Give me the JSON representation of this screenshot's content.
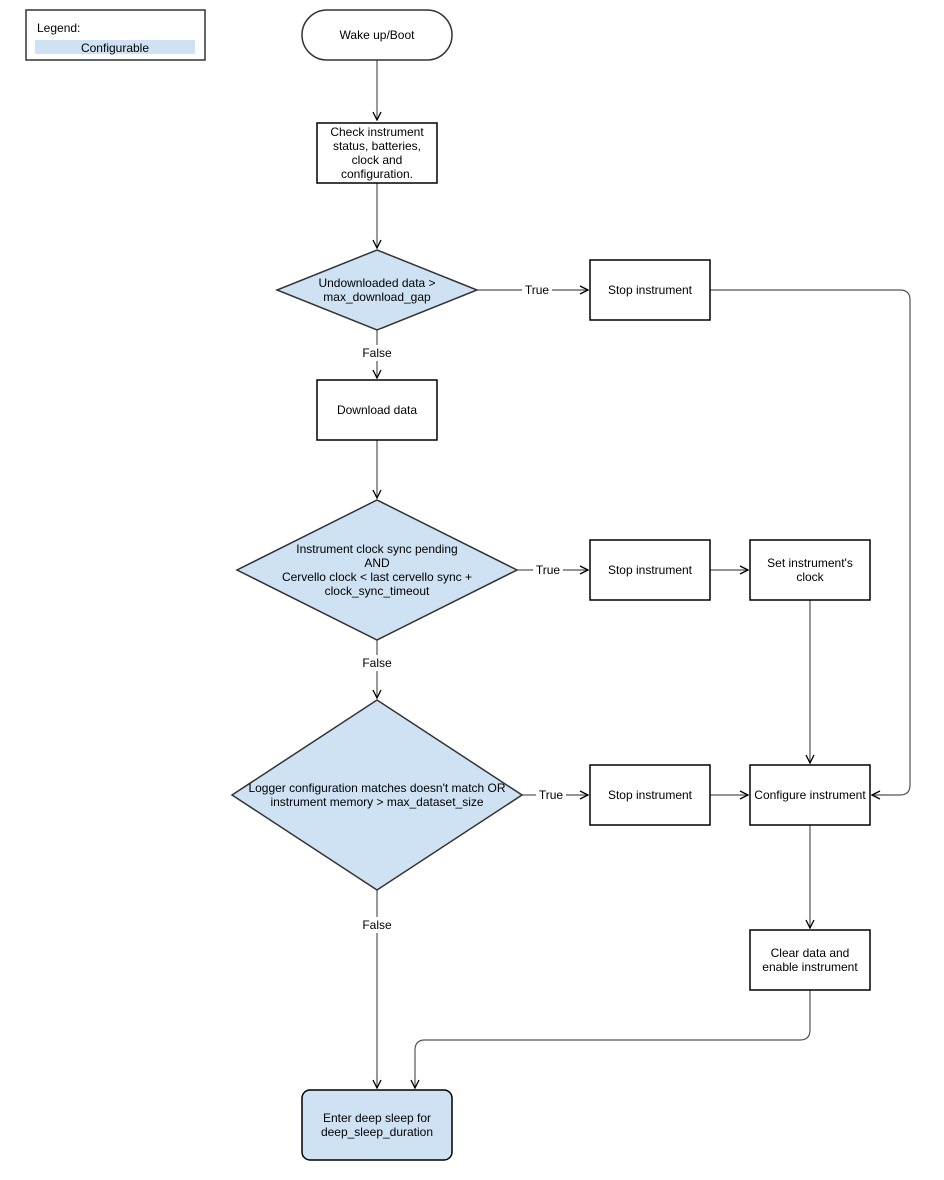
{
  "legend": {
    "title": "Legend:",
    "configurable_label": "Configurable",
    "configurable_color": "#cfe2f3"
  },
  "nodes": {
    "wake": [
      "Wake up/Boot"
    ],
    "check": [
      "Check instrument",
      "status, batteries,",
      "clock and",
      "configuration."
    ],
    "decision1": [
      "Undownloaded data >",
      "max_download_gap"
    ],
    "stop1": [
      "Stop instrument"
    ],
    "download": [
      "Download data"
    ],
    "decision2": [
      "Instrument clock sync pending",
      "AND",
      "Cervello clock < last cervello sync +",
      "clock_sync_timeout"
    ],
    "stop2": [
      "Stop instrument"
    ],
    "setclock": [
      "Set instrument's",
      "clock"
    ],
    "decision3": [
      "Logger configuration matches doesn't match OR",
      "instrument memory > max_dataset_size"
    ],
    "stop3": [
      "Stop instrument"
    ],
    "configure": [
      "Configure instrument"
    ],
    "clear": [
      "Clear data and",
      "enable instrument"
    ],
    "sleep": [
      "Enter deep sleep for",
      "deep_sleep_duration"
    ]
  },
  "edge_labels": {
    "d1_true": "True",
    "d1_false": "False",
    "d2_true": "True",
    "d2_false": "False",
    "d3_true": "True",
    "d3_false": "False"
  },
  "colors": {
    "configurable_fill": "#cfe2f3",
    "stroke": "#333333",
    "box_stroke": "#000000",
    "edge": "#555555"
  }
}
